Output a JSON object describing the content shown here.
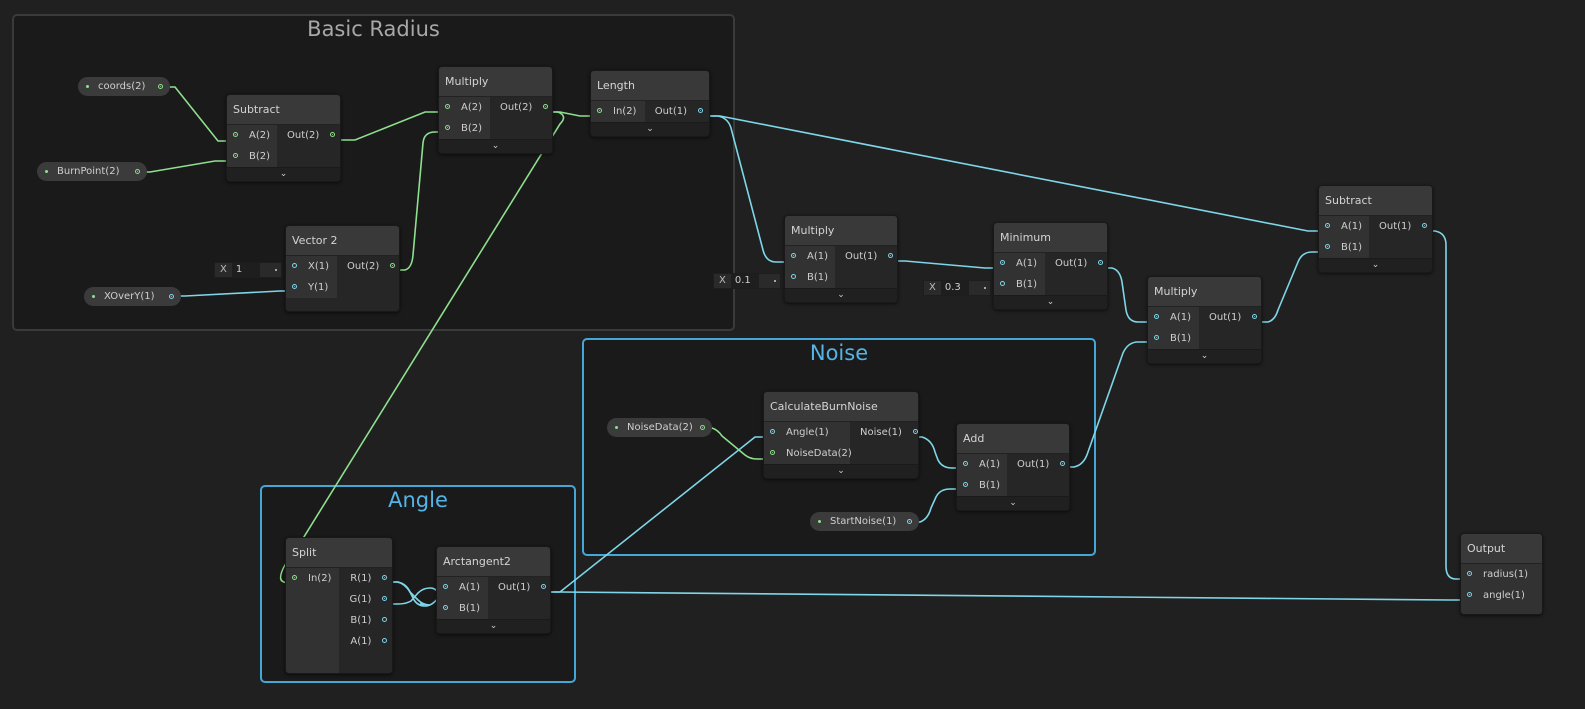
{
  "colors": {
    "vec2_wire": "#8ee08e",
    "vec1_wire": "#7fd6e8",
    "group_selected_border": "#45a6d8",
    "group_border": "#3a3a3a",
    "canvas_bg": "#202020"
  },
  "groups": {
    "basic_radius": "Basic Radius",
    "noise": "Noise",
    "angle": "Angle"
  },
  "properties": {
    "coords": "coords(2)",
    "burnpoint": "BurnPoint(2)",
    "xovery": "XOverY(1)",
    "noisedata": "NoiseData(2)",
    "startnoise": "StartNoise(1)"
  },
  "inline_values": {
    "vec2_x": {
      "label": "X",
      "value": "1"
    },
    "mul2_b": {
      "label": "X",
      "value": "0.1"
    },
    "min_b": {
      "label": "X",
      "value": "0.3"
    }
  },
  "expander_icon": "chevron-down-icon",
  "nodes": {
    "subtract1": {
      "title": "Subtract",
      "in": [
        "A(2)",
        "B(2)"
      ],
      "out": [
        "Out(2)"
      ]
    },
    "multiply1": {
      "title": "Multiply",
      "in": [
        "A(2)",
        "B(2)"
      ],
      "out": [
        "Out(2)"
      ]
    },
    "length": {
      "title": "Length",
      "in": [
        "In(2)"
      ],
      "out": [
        "Out(1)"
      ]
    },
    "vector2": {
      "title": "Vector 2",
      "in": [
        "X(1)",
        "Y(1)"
      ],
      "out": [
        "Out(2)"
      ]
    },
    "multiply2": {
      "title": "Multiply",
      "in": [
        "A(1)",
        "B(1)"
      ],
      "out": [
        "Out(1)"
      ]
    },
    "minimum": {
      "title": "Minimum",
      "in": [
        "A(1)",
        "B(1)"
      ],
      "out": [
        "Out(1)"
      ]
    },
    "multiply3": {
      "title": "Multiply",
      "in": [
        "A(1)",
        "B(1)"
      ],
      "out": [
        "Out(1)"
      ]
    },
    "subtract2": {
      "title": "Subtract",
      "in": [
        "A(1)",
        "B(1)"
      ],
      "out": [
        "Out(1)"
      ]
    },
    "calcnoise": {
      "title": "CalculateBurnNoise",
      "in": [
        "Angle(1)",
        "NoiseData(2)"
      ],
      "out": [
        "Noise(1)"
      ]
    },
    "add": {
      "title": "Add",
      "in": [
        "A(1)",
        "B(1)"
      ],
      "out": [
        "Out(1)"
      ]
    },
    "split": {
      "title": "Split",
      "in": [
        "In(2)"
      ],
      "out": [
        "R(1)",
        "G(1)",
        "B(1)",
        "A(1)"
      ]
    },
    "arctan2": {
      "title": "Arctangent2",
      "in": [
        "A(1)",
        "B(1)"
      ],
      "out": [
        "Out(1)"
      ]
    },
    "output": {
      "title": "Output",
      "in": [
        "radius(1)",
        "angle(1)"
      ]
    }
  }
}
